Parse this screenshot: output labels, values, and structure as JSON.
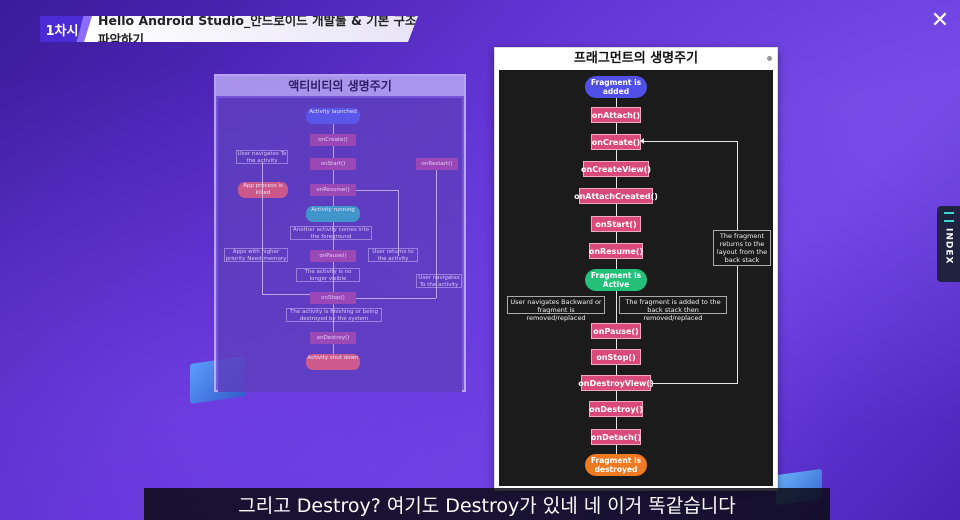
{
  "header": {
    "session_badge": "1차시",
    "course_title": "Hello Android Studio_안드로이드 개발툴 & 기본 구조 파악하기"
  },
  "controls": {
    "close_label": "✕",
    "index_label": "INDEX"
  },
  "activity_card": {
    "title": "액티비티의 생명주기",
    "nodes": {
      "launched": "Activity launched",
      "oncreate": "onCreate()",
      "onstart": "onStart()",
      "onrestart": "onRestart()",
      "onresume": "onResume()",
      "running": "Activity running",
      "onpause": "onPause()",
      "onstop": "onStop()",
      "ondestroy": "onDestroy()",
      "shutdown": "Activity shut down",
      "killed": "App process is killed"
    },
    "notes": {
      "nav_back": "User navigates To the activity",
      "another": "Another activity comes into the foreground",
      "higher_priority": "Apps with higher priority Need memory",
      "returns": "User returns to the activity",
      "no_longer": "The activity is no longer visible",
      "nav_to": "User navigates To the activity",
      "finishing": "The activity is finishing or being destroyed by the system"
    }
  },
  "fragment_card": {
    "title": "프래그먼트의 생명주기",
    "nodes": {
      "added": "Fragment is added",
      "onattach": "onAttach()",
      "oncreate": "onCreate()",
      "oncreateview": "onCreateView()",
      "onattachcreated": "onAttachCreated()",
      "onstart": "onStart()",
      "onresume": "onResume()",
      "active": "Fragment is Active",
      "onpause": "onPause()",
      "onstop": "onStop()",
      "ondestroyview": "onDestroyView()",
      "ondestroy": "onDestroy()",
      "ondetach": "onDetach()",
      "destroyed": "Fragment is destroyed"
    },
    "notes": {
      "back_stack": "The fragment returns to the layout from the back stack",
      "user_back": "User navigates Backward or fragment is removed/replaced",
      "added_back": "The fragment is added to the back stack then removed/replaced"
    }
  },
  "subtitle": "그리고 Destroy? 여기도 Destroy가 있네 네 이거 똑같습니다"
}
